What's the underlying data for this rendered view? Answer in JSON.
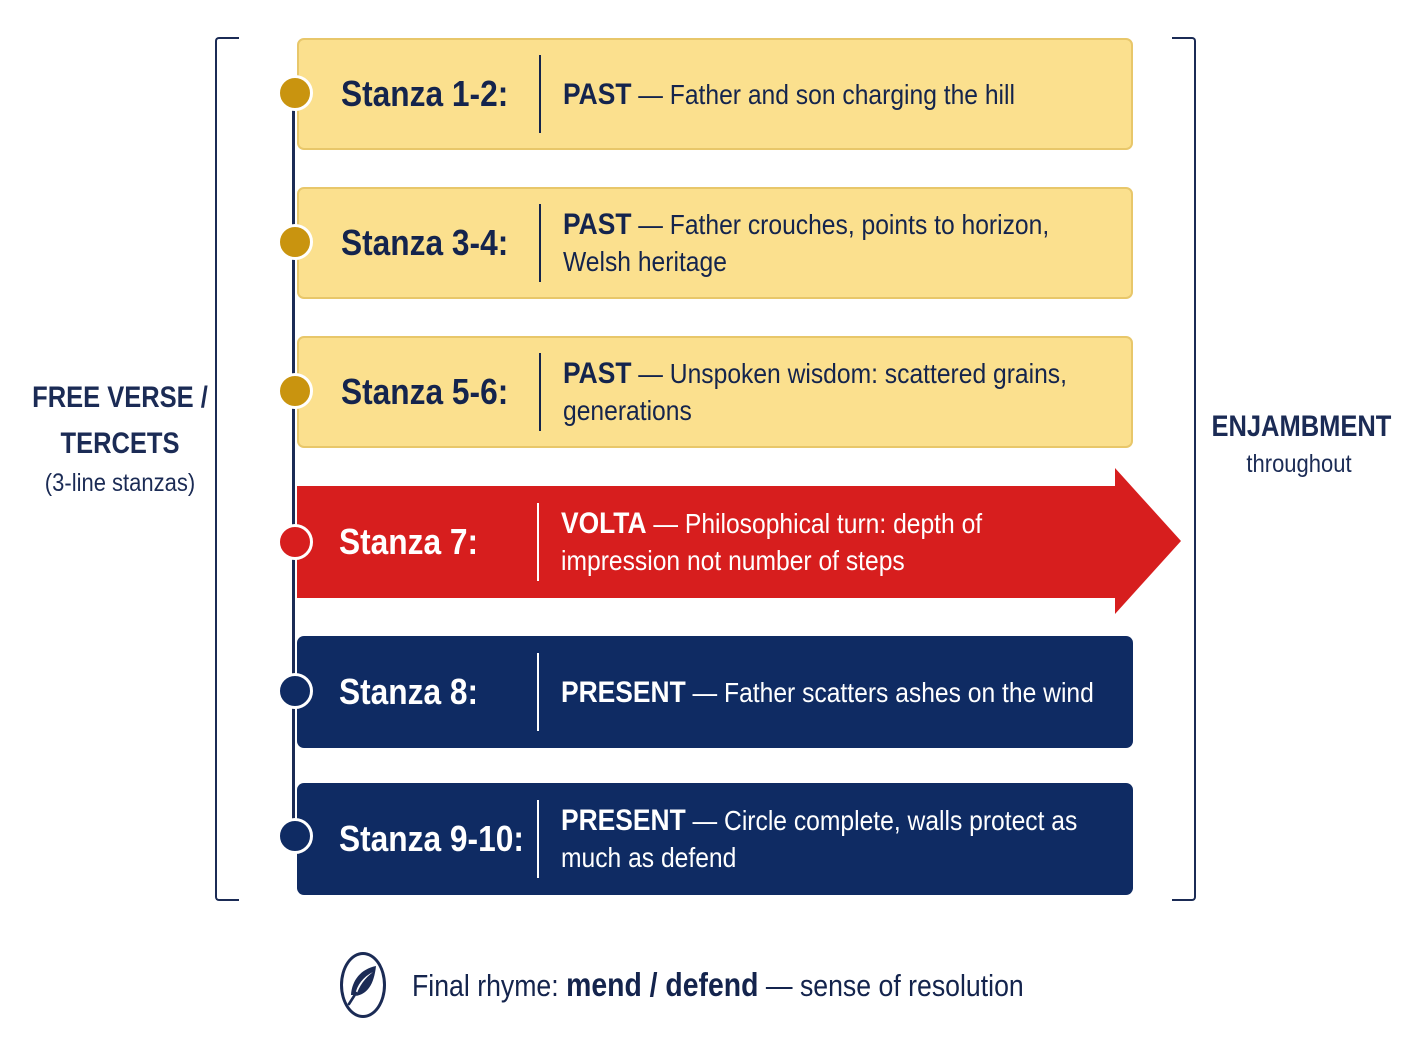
{
  "left_label": {
    "line1": "FREE VERSE /",
    "line2": "TERCETS",
    "note": "(3-line stanzas)"
  },
  "right_label": {
    "title": "ENJAMBMENT",
    "note": "throughout"
  },
  "rows": [
    {
      "stanza": "Stanza 1-2:",
      "keyword": "PAST",
      "sep": " — ",
      "text": "Father and son charging the hill",
      "phase": "past"
    },
    {
      "stanza": "Stanza 3-4:",
      "keyword": "PAST",
      "sep": " — ",
      "text": "Father crouches, points to horizon, Welsh heritage",
      "phase": "past"
    },
    {
      "stanza": "Stanza 5-6:",
      "keyword": "PAST",
      "sep": " — ",
      "text": "Unspoken wisdom: scattered grains, generations",
      "phase": "past"
    },
    {
      "stanza": "Stanza 7:",
      "keyword": "VOLTA",
      "sep": " — ",
      "text": "Philosophical turn: depth of impression not number of steps",
      "phase": "volta"
    },
    {
      "stanza": "Stanza 8:",
      "keyword": "PRESENT",
      "sep": " — ",
      "text": "Father scatters ashes on the wind",
      "phase": "present"
    },
    {
      "stanza": "Stanza 9-10:",
      "keyword": "PRESENT",
      "sep": " — ",
      "text": "Circle complete, walls protect as much as defend",
      "phase": "present"
    }
  ],
  "footer": {
    "icon": "feather-icon",
    "prefix": "Final rhyme: ",
    "rhyme": "mend / defend",
    "sep": " — ",
    "suffix": "sense of resolution"
  },
  "colors": {
    "past": "#fbe08e",
    "volta": "#d71e1e",
    "present": "#0f2b63",
    "dot_past": "#c9940f",
    "ink": "#14244d"
  }
}
